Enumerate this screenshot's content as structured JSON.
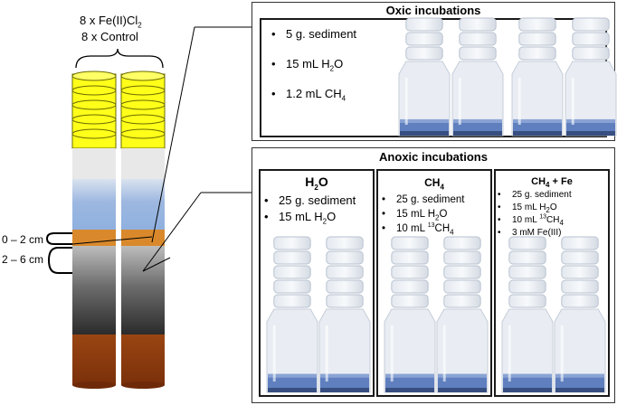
{
  "cores": {
    "label_line1": "8 x Fe(II)Cl",
    "label_line1_sub": "2",
    "label_line2": "8 x Control",
    "depth_top": "0 – 2 cm",
    "depth_bottom": "2 – 6 cm"
  },
  "oxic": {
    "title": "Oxic incubations",
    "items": [
      {
        "pre": "5 g. sediment",
        "sub": "",
        "sup": "",
        "post": ""
      },
      {
        "pre": "15 mL H",
        "sub": "2",
        "sup": "",
        "post": "O"
      },
      {
        "pre": "1.2 mL CH",
        "sub": "4",
        "sup": "",
        "post": ""
      }
    ]
  },
  "anoxic": {
    "title": "Anoxic incubations",
    "panels": [
      {
        "title_pre": "H",
        "title_sub": "2",
        "title_post": "O",
        "items": [
          {
            "pre": "25 g. sediment",
            "sub": "",
            "sup": "",
            "post": ""
          },
          {
            "pre": "15 mL H",
            "sub": "2",
            "sup": "",
            "post": "O"
          }
        ]
      },
      {
        "title_pre": "CH",
        "title_sub": "4",
        "title_post": "",
        "items": [
          {
            "pre": "25 g. sediment",
            "sub": "",
            "sup": "",
            "post": ""
          },
          {
            "pre": "15 mL H",
            "sub": "2",
            "sup": "",
            "post": "O"
          },
          {
            "pre": "10 mL ",
            "sub": "",
            "sup": "13",
            "post": "CH",
            "sub2": "4"
          }
        ]
      },
      {
        "title_pre": "CH",
        "title_sub": "4",
        "title_post": " + Fe",
        "items": [
          {
            "pre": "25 g. sediment",
            "sub": "",
            "sup": "",
            "post": ""
          },
          {
            "pre": "15 mL H",
            "sub": "2",
            "sup": "",
            "post": "O"
          },
          {
            "pre": "10 mL ",
            "sub": "",
            "sup": "13",
            "post": "CH",
            "sub2": "4"
          },
          {
            "pre": "3 mM Fe(III)",
            "sub": "",
            "sup": "",
            "post": ""
          }
        ]
      }
    ]
  },
  "colors": {
    "cap_yellow": "#ffff1a",
    "water_blue": "#9db8e0",
    "oxic_layer": "#d9892b",
    "sediment_dark": "#3a3a3a",
    "sediment_brown": "#8b3a0e",
    "vial_liquid": "#5a7fc0"
  }
}
